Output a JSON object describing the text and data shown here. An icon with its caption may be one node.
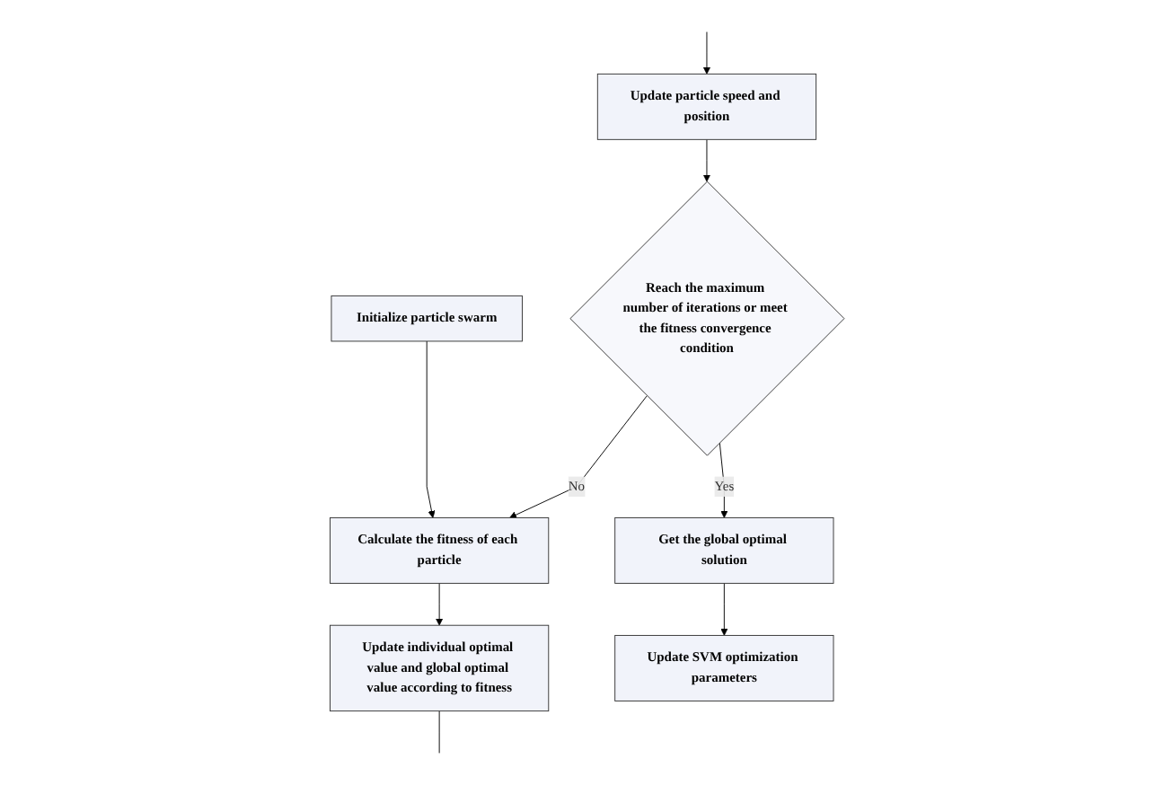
{
  "diagram": {
    "nodes": [
      {
        "text": [
          "Initialize particle swarm"
        ]
      },
      {
        "text": [
          "Calculate the fitness of each particle"
        ]
      },
      {
        "text": [
          "Update individual optimal value and global optimal value according to fitness"
        ]
      },
      {
        "text": [
          "Update particle speed and position"
        ]
      },
      {
        "text": [
          "Reach the maximum number of iterations or meet the fitness convergence condition"
        ]
      },
      {
        "text": [
          "Get the global optimal solution"
        ]
      },
      {
        "text": [
          "Update SVM optimization parameters"
        ]
      }
    ],
    "edges": [
      {
        "from": 0,
        "to": 1,
        "arrow": "to"
      },
      {
        "from": 4,
        "to": 1,
        "arrow": "to",
        "label": "No"
      },
      {
        "from": 1,
        "to": 2,
        "arrow": "to"
      },
      {
        "from": 2,
        "to": null,
        "arrow": "none"
      },
      {
        "from": null,
        "to": 3,
        "arrow": "to"
      },
      {
        "from": 3,
        "to": 4,
        "arrow": "to"
      },
      {
        "from": 4,
        "to": 5,
        "arrow": "to",
        "label": "Yes"
      },
      {
        "from": 5,
        "to": 6,
        "arrow": "to"
      }
    ]
  }
}
